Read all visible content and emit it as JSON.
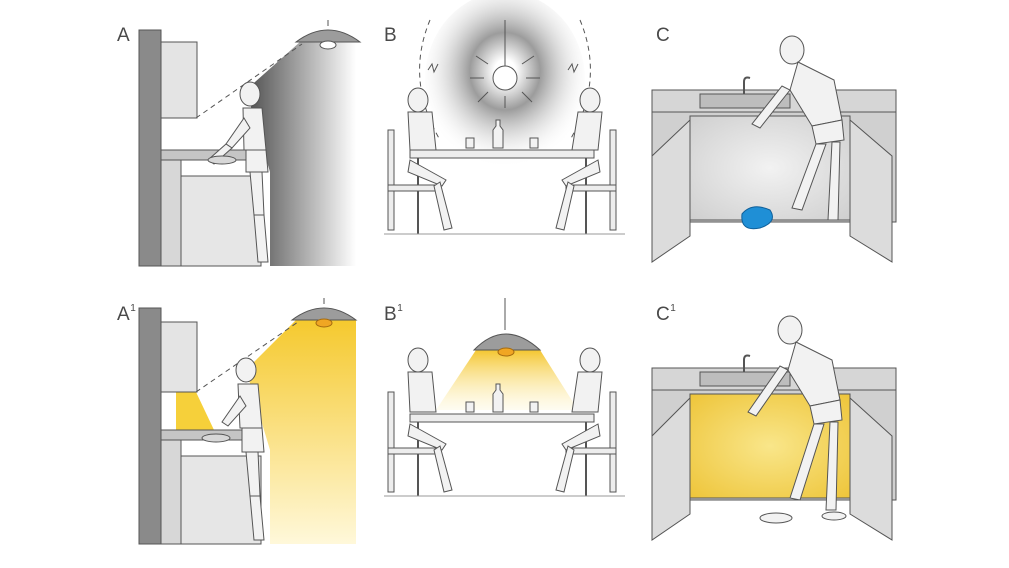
{
  "panels": {
    "a": {
      "letter": "A",
      "sup": ""
    },
    "b": {
      "letter": "B",
      "sup": ""
    },
    "c": {
      "letter": "C",
      "sup": ""
    },
    "a1": {
      "letter": "A",
      "sup": "1"
    },
    "b1": {
      "letter": "B",
      "sup": "1"
    },
    "c1": {
      "letter": "C",
      "sup": "1"
    }
  },
  "colors": {
    "line": "#555555",
    "wall": "#8a8a8a",
    "warm_light": "#f7d23e",
    "lamp_glow": "#f0a623",
    "glare": "#9a9a9a",
    "spill": "#1f8fd6",
    "counter": "#bdbdbd"
  },
  "icons": [
    "pendant-lamp-icon",
    "bare-bulb-icon",
    "mannequin-figure-icon",
    "water-spill-icon",
    "sink-faucet-icon"
  ]
}
